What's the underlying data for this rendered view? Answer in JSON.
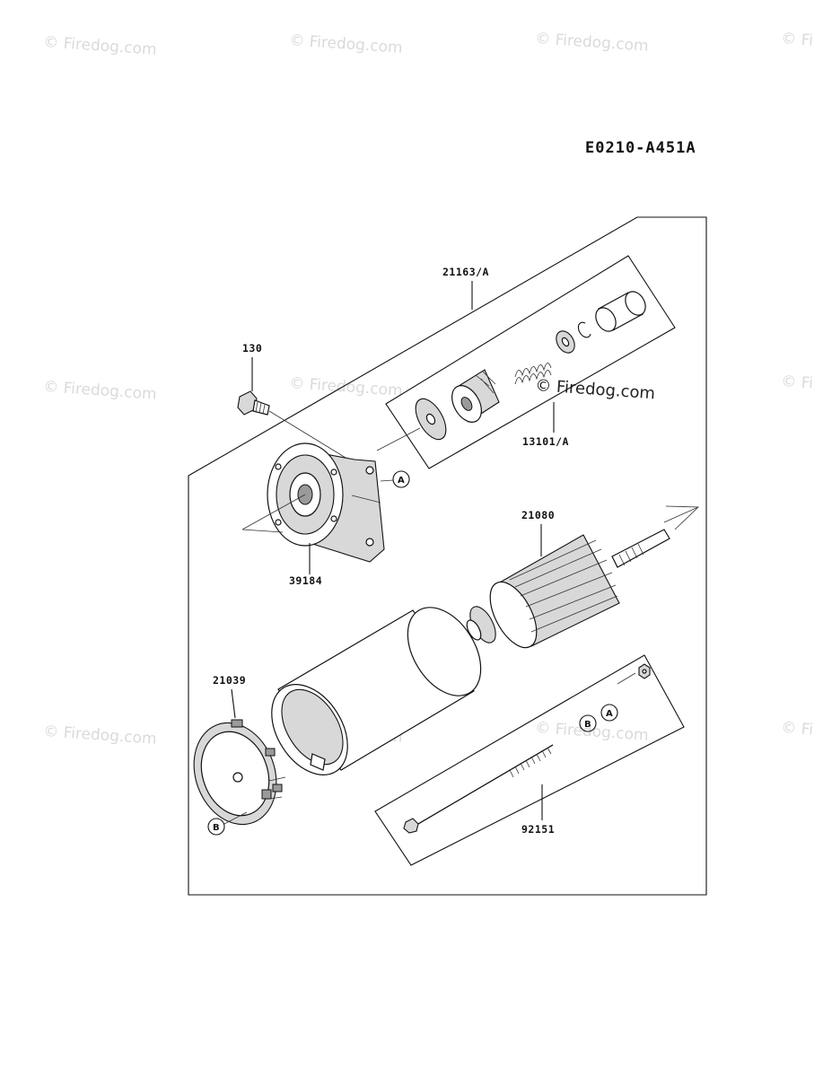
{
  "diagram_code": "E0210-A451A",
  "watermarks": {
    "text": "© Firedog.com",
    "cropped_text": "© Fi"
  },
  "callouts": {
    "assembly_21163": "21163/A",
    "bolt_130": "130",
    "pinion_13101": "13101/A",
    "bracket_39184": "39184",
    "armature_21080": "21080",
    "brush_holder_21039": "21039",
    "through_bolt_92151": "92151"
  },
  "reference_marks": {
    "a": "A",
    "b": "B"
  }
}
